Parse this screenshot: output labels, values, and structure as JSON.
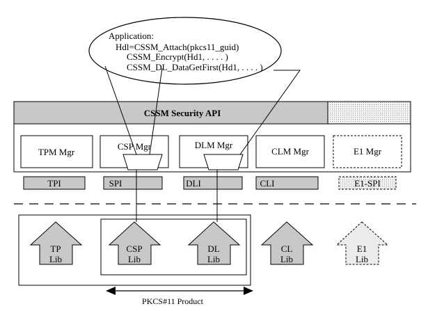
{
  "application": {
    "title": "Application:",
    "lines": [
      "Hdl=CSSM_Attach(pkcs11_guid)",
      "CSSM_Encrypt(Hd1, . . . . )",
      "CSSM_DL_DataGetFirst(Hd1, . . . . )"
    ]
  },
  "cssm_api": {
    "label": "CSSM Security API"
  },
  "managers": [
    {
      "label": "TPM  Mgr"
    },
    {
      "label": "CSP  Mgr"
    },
    {
      "label": "DLM  Mgr"
    },
    {
      "label": "CLM  Mgr"
    },
    {
      "label": "E1 Mgr"
    }
  ],
  "interfaces": [
    {
      "label": "TPI"
    },
    {
      "label": "SPI"
    },
    {
      "label": "DLI"
    },
    {
      "label": "CLI"
    },
    {
      "label": "E1-SPI"
    }
  ],
  "libraries": [
    {
      "line1": "TP",
      "line2": "Lib"
    },
    {
      "line1": "CSP",
      "line2": "Lib"
    },
    {
      "line1": "DL",
      "line2": "Lib"
    },
    {
      "line1": "CL",
      "line2": "Lib"
    },
    {
      "line1": "E1",
      "line2": "Lib"
    }
  ],
  "product": {
    "label": "PKCS#11 Product"
  },
  "colors": {
    "gray": "#c8c8c8",
    "light_gray": "#e6e6e6",
    "line": "#000000"
  }
}
